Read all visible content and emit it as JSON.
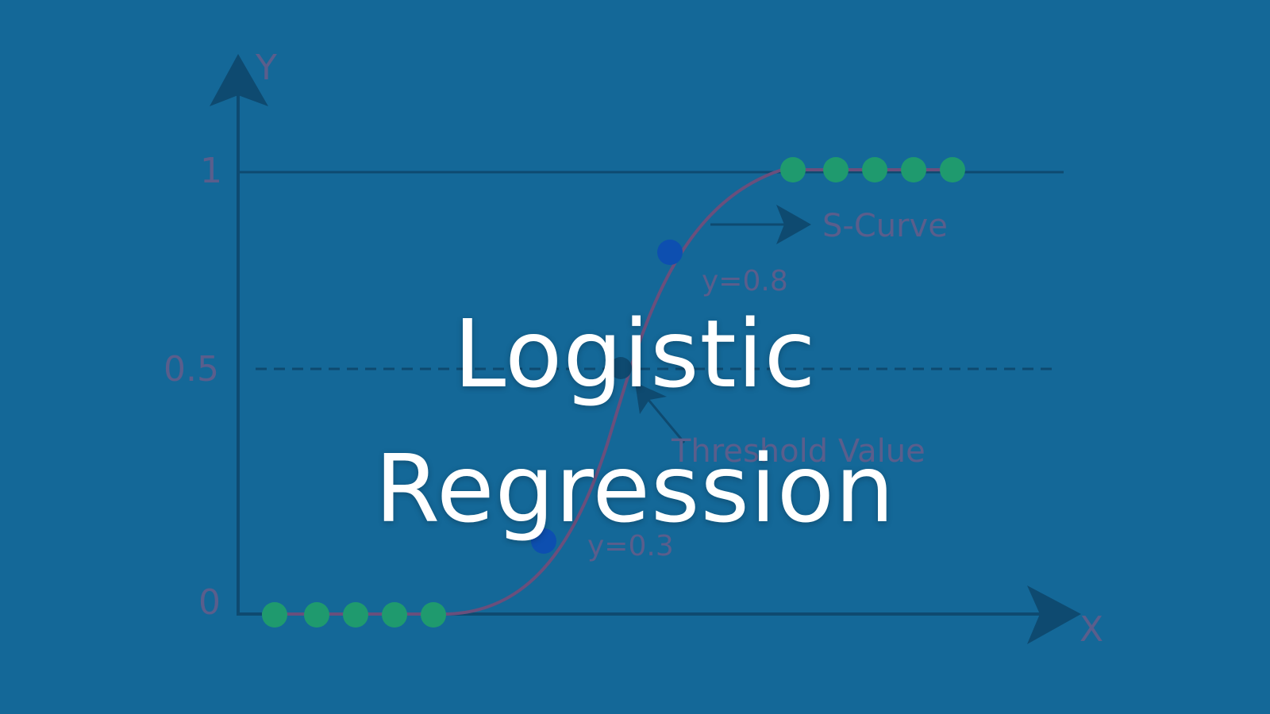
{
  "title": {
    "line1": "Logistic",
    "line2": "Regression"
  },
  "diagram": {
    "y_axis_label": "Y",
    "x_axis_label": "X",
    "tick_labels": {
      "one": "1",
      "half": "0.5",
      "zero": "0"
    },
    "curve_label": "S-Curve",
    "threshold_label": "Threshold Value",
    "point_high_label": "y=0.8",
    "point_low_label": "y=0.3",
    "low_class_points": 5,
    "high_class_points": 5
  },
  "colors": {
    "background": "#146898",
    "axis": "#0e4a70",
    "curve": "#6a4f7c",
    "class_point": "#1f9a6e",
    "sample_point": "#0d4fb0",
    "faint_text": "#5a5e8c",
    "title": "#ffffff"
  }
}
